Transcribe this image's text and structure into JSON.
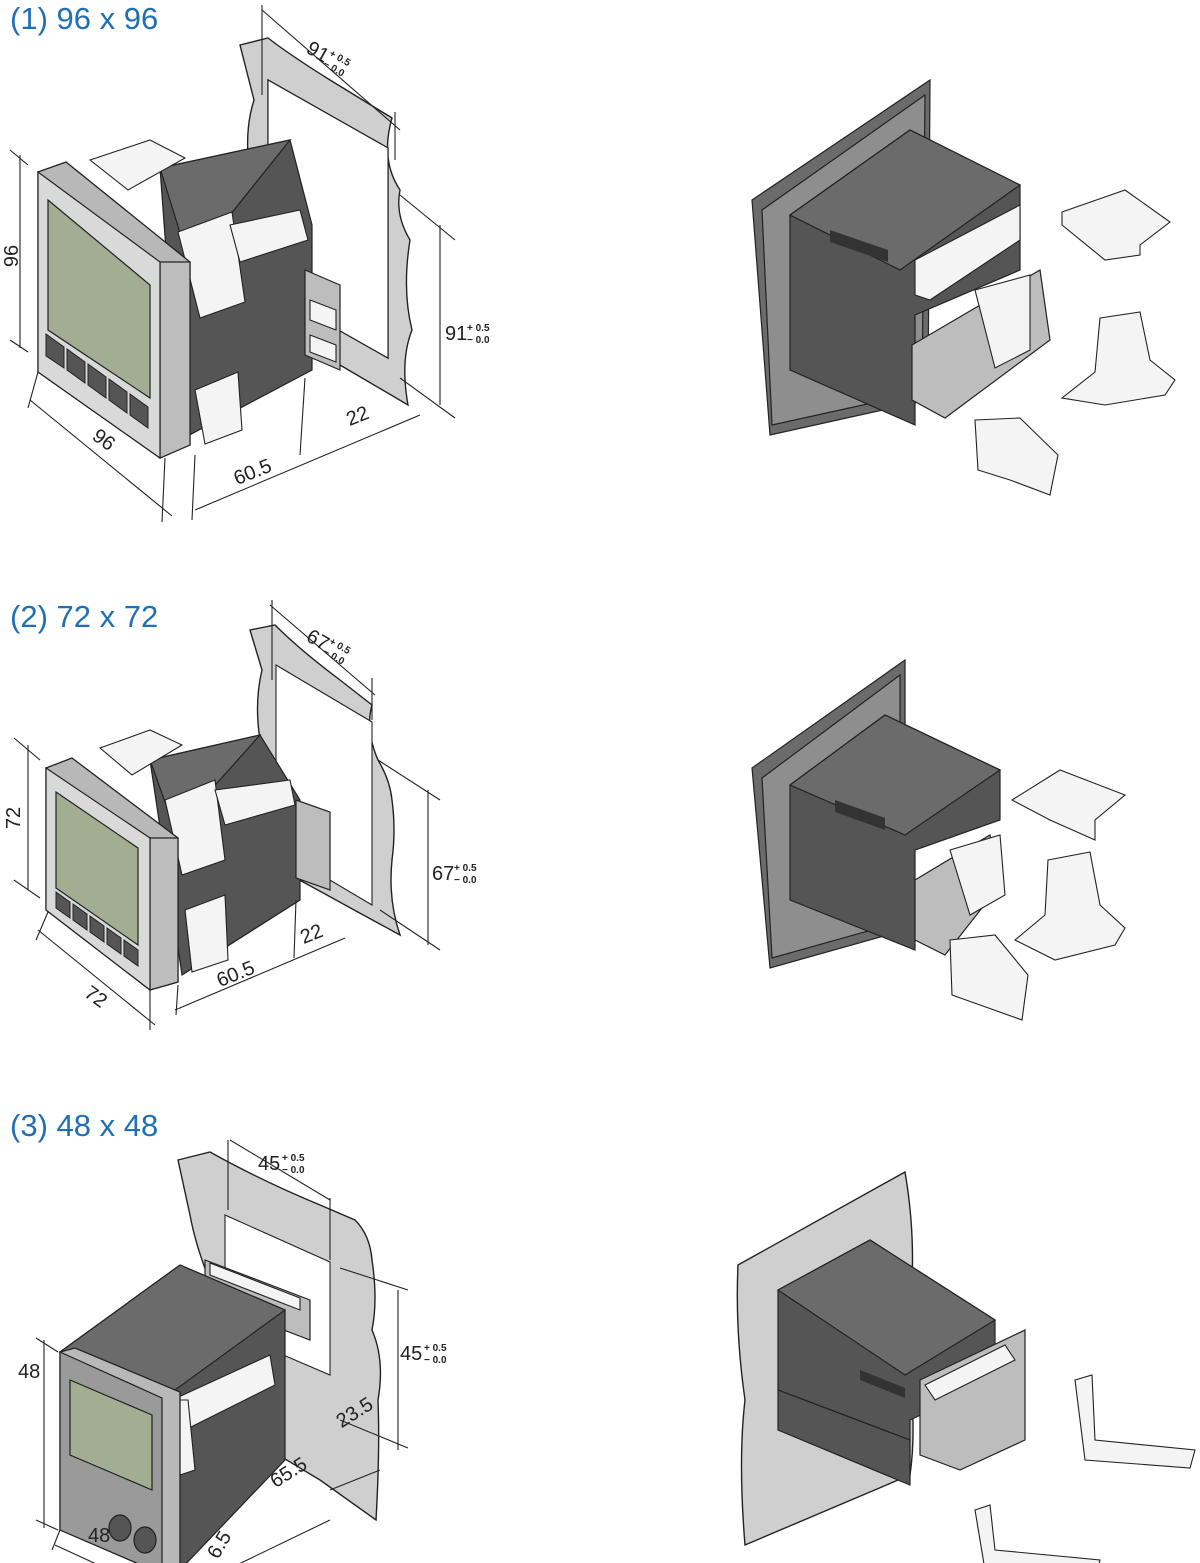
{
  "sections": [
    {
      "title": "(1) 96 x 96",
      "cutout_width": "91",
      "cutout_height": "91",
      "tol_plus": "+ 0.5",
      "tol_minus": "− 0.0",
      "front_height": "96",
      "front_width": "96",
      "depth": "60.5",
      "terminal_depth": "22"
    },
    {
      "title": "(2) 72 x 72",
      "cutout_width": "67",
      "cutout_height": "67",
      "tol_plus": "+ 0.5",
      "tol_minus": "− 0.0",
      "front_height": "72",
      "front_width": "72",
      "depth": "60.5",
      "terminal_depth": "22"
    },
    {
      "title": "(3) 48 x 48",
      "cutout_width": "45",
      "cutout_height": "45",
      "tol_plus": "+ 0.5",
      "tol_minus": "− 0.0",
      "front_height": "48",
      "front_width": "48",
      "depth": "65.5",
      "terminal_depth": "23.5",
      "bezel_depth": "6.5"
    }
  ]
}
